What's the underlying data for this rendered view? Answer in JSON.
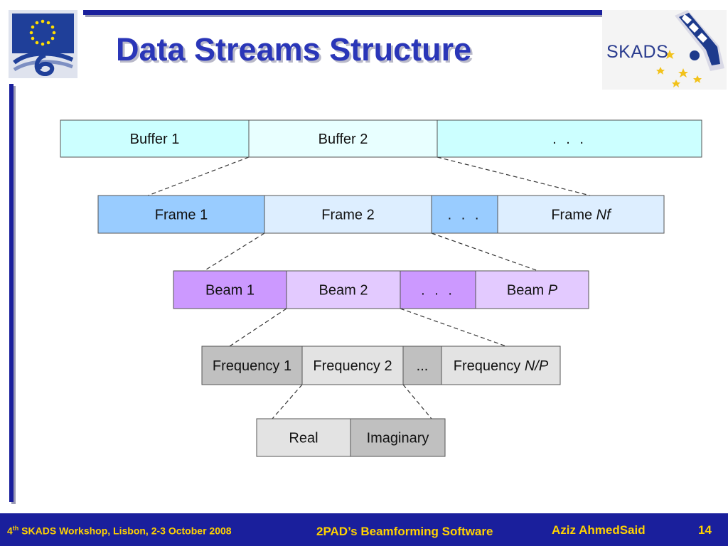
{
  "slide": {
    "title": "Data Streams Structure"
  },
  "logos": {
    "left": "eu-fp6-logo",
    "right_text": "SKADS"
  },
  "diagram": {
    "levels": [
      {
        "name": "buffers",
        "cells": [
          {
            "label": "Buffer 1",
            "fill": "#ccffff"
          },
          {
            "label": "Buffer 2",
            "fill": "#e8ffff"
          },
          {
            "label": ". . .",
            "fill": "#ccffff"
          }
        ]
      },
      {
        "name": "frames",
        "cells": [
          {
            "label": "Frame 1",
            "fill": "#99ccff"
          },
          {
            "label": "Frame 2",
            "fill": "#ddeeff"
          },
          {
            "label": ". . .",
            "fill": "#99ccff"
          },
          {
            "label": "Frame Nf",
            "prefix": "Frame ",
            "italic": "Nf",
            "fill": "#ddeeff"
          }
        ]
      },
      {
        "name": "beams",
        "cells": [
          {
            "label": "Beam 1",
            "fill": "#cc99ff"
          },
          {
            "label": "Beam 2",
            "fill": "#e3caff"
          },
          {
            "label": ". . .",
            "fill": "#cc99ff"
          },
          {
            "label": "Beam P",
            "prefix": "Beam ",
            "italic": "P",
            "fill": "#e3caff"
          }
        ]
      },
      {
        "name": "frequencies",
        "cells": [
          {
            "label": "Frequency 1",
            "fill": "#c0c0c0"
          },
          {
            "label": "Frequency 2",
            "fill": "#e3e3e3"
          },
          {
            "label": "...",
            "fill": "#c0c0c0"
          },
          {
            "label": "Frequency N/P",
            "prefix": "Frequency ",
            "italic": "N/P",
            "fill": "#e3e3e3"
          }
        ]
      },
      {
        "name": "components",
        "cells": [
          {
            "label": "Real",
            "fill": "#e3e3e3"
          },
          {
            "label": "Imaginary",
            "fill": "#c0c0c0"
          }
        ]
      }
    ]
  },
  "footer": {
    "workshop_ordinal": "4",
    "workshop_suffix": "th",
    "workshop": " SKADS Workshop, Lisbon, 2-3 October 2008",
    "center": "2PAD’s Beamforming Software",
    "author": "Aziz AhmedSaid",
    "page": "14"
  },
  "colors": {
    "accent": "#1a1f9c",
    "title": "#2a36b8",
    "footer_text": "#ffd200"
  }
}
